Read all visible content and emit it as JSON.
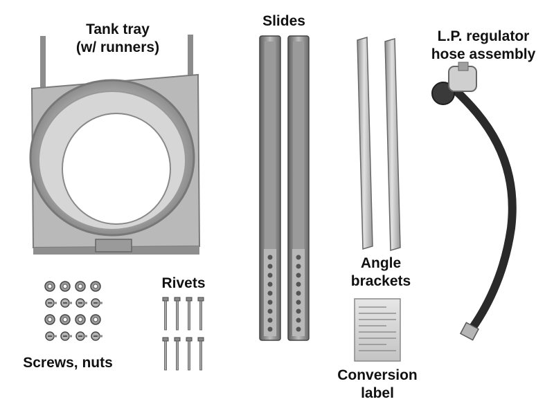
{
  "labels": {
    "tank_tray": [
      "Tank tray",
      "(w/ runners)"
    ],
    "slides": "Slides",
    "regulator": [
      "L.P. regulator",
      "hose assembly"
    ],
    "rivets": "Rivets",
    "angle_brackets": [
      "Angle",
      "brackets"
    ],
    "screws_nuts": "Screws, nuts",
    "conversion_label": [
      "Conversion",
      "label"
    ]
  },
  "counts": {
    "screw_nut_rows": 4,
    "screw_nut_cols": 4,
    "rivet_rows": 2,
    "rivet_cols": 4
  },
  "colors": {
    "metal_light": "#d8d8d8",
    "metal_mid": "#a9a9a9",
    "metal_dark": "#6e6e6e",
    "hose": "#2a2a2a",
    "background": "#ffffff"
  }
}
